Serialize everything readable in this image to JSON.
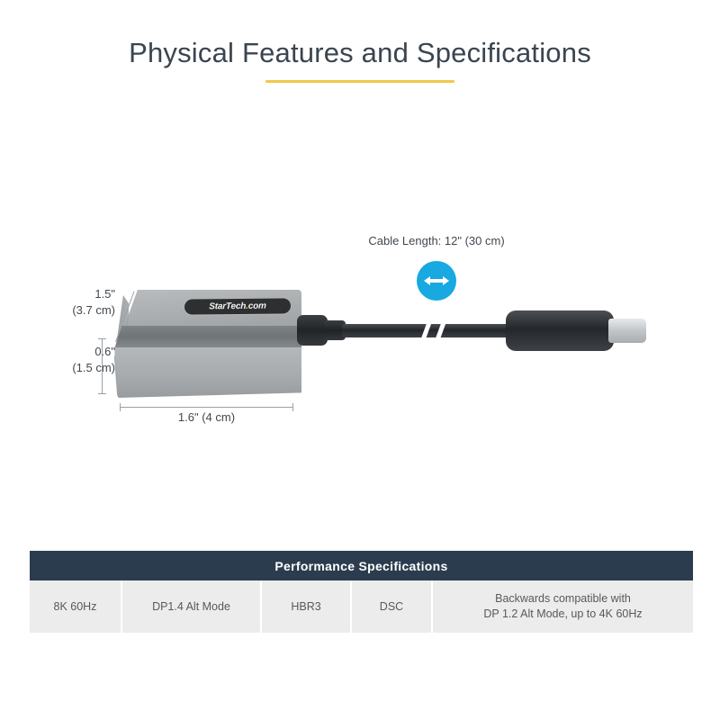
{
  "page": {
    "title": "Physical Features and Specifications",
    "accent_color": "#f2c94c",
    "title_color": "#3a4550"
  },
  "product": {
    "brand_logo_text": "StarTech.com",
    "dimensions": {
      "height_label_line1": "1.5\"",
      "height_label_line2": "(3.7 cm)",
      "depth_label_line1": "0.6\"",
      "depth_label_line2": "(1.5 cm)",
      "width_label": "1.6\" (4 cm)"
    },
    "cable": {
      "callout_label": "Cable Length: 12\" (30 cm)",
      "badge_color": "#17a9e0",
      "badge_icon": "double-arrow-horizontal-icon"
    }
  },
  "spec_table": {
    "header": "Performance  Specifications",
    "header_color": "#2b3c4e",
    "cells": [
      "8K 60Hz",
      "DP1.4 Alt Mode",
      "HBR3",
      "DSC",
      "Backwards compatible with\nDP 1.2 Alt Mode, up to 4K 60Hz"
    ]
  }
}
